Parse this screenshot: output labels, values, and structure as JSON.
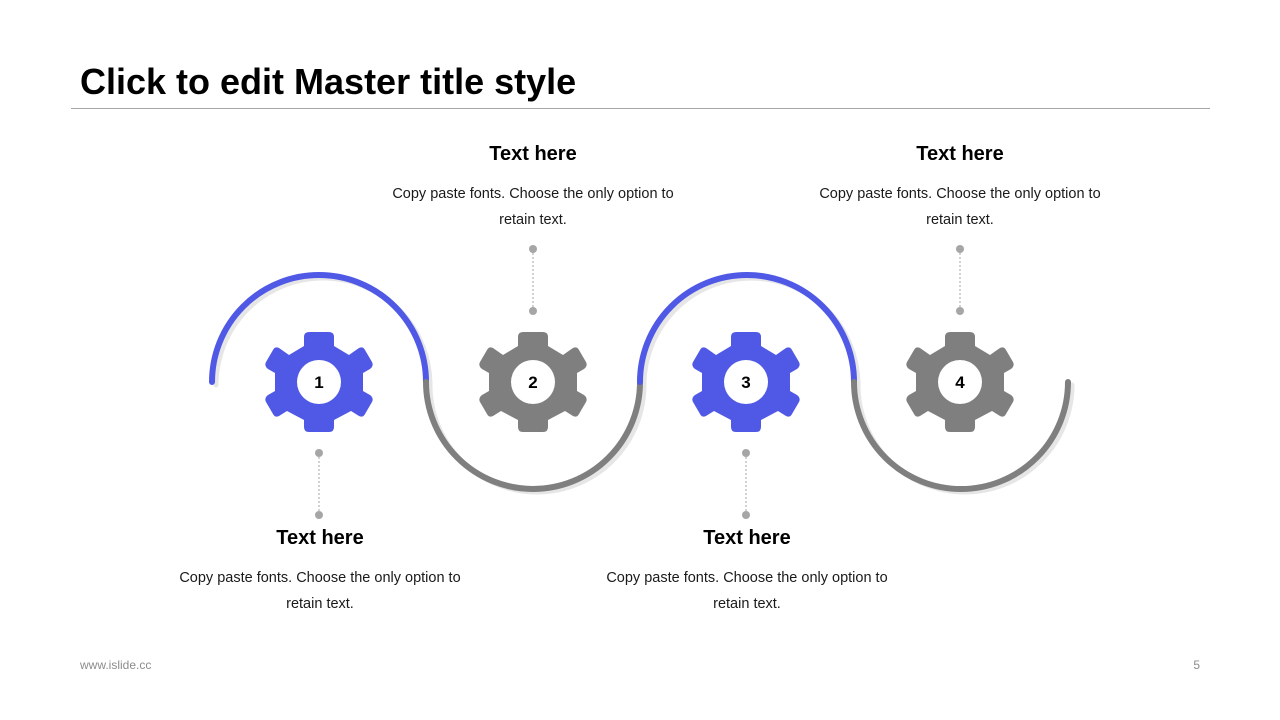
{
  "slide": {
    "title": "Click to edit Master title style",
    "footer_url": "www.islide.cc",
    "page_number": "5"
  },
  "colors": {
    "accent": "#5059e6",
    "neutral": "#7f7f7f",
    "connector": "#a6a6a6"
  },
  "steps": [
    {
      "number": "1",
      "heading": "Text here",
      "body": "Copy paste fonts. Choose the only option to retain text.",
      "color": "accent",
      "label_position": "below"
    },
    {
      "number": "2",
      "heading": "Text here",
      "body": "Copy paste fonts. Choose the only option to retain text.",
      "color": "neutral",
      "label_position": "above"
    },
    {
      "number": "3",
      "heading": "Text here",
      "body": "Copy paste fonts. Choose the only option to retain text.",
      "color": "accent",
      "label_position": "below"
    },
    {
      "number": "4",
      "heading": "Text here",
      "body": "Copy paste fonts. Choose the only option to retain text.",
      "color": "neutral",
      "label_position": "above"
    }
  ],
  "icons": {
    "gear": "gear-icon",
    "connector_dot": "dot-icon"
  }
}
